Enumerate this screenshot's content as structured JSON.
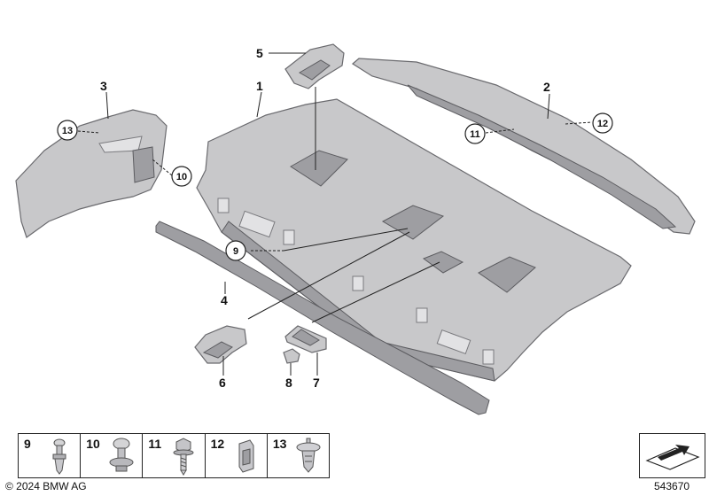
{
  "callouts": {
    "c1": "1",
    "c2": "2",
    "c3": "3",
    "c4": "4",
    "c5": "5",
    "c6": "6",
    "c7": "7",
    "c8": "8",
    "c9": "9",
    "c10": "10",
    "c11": "11",
    "c12": "12",
    "c13": "13"
  },
  "legend": [
    {
      "num": "9",
      "icon": "push-rivet-icon"
    },
    {
      "num": "10",
      "icon": "expanding-rivet-icon"
    },
    {
      "num": "11",
      "icon": "hex-screw-icon"
    },
    {
      "num": "12",
      "icon": "spring-nut-icon"
    },
    {
      "num": "13",
      "icon": "clip-icon"
    }
  ],
  "footer": {
    "copyright": "© 2024 BMW AG",
    "doc_number": "543670"
  }
}
